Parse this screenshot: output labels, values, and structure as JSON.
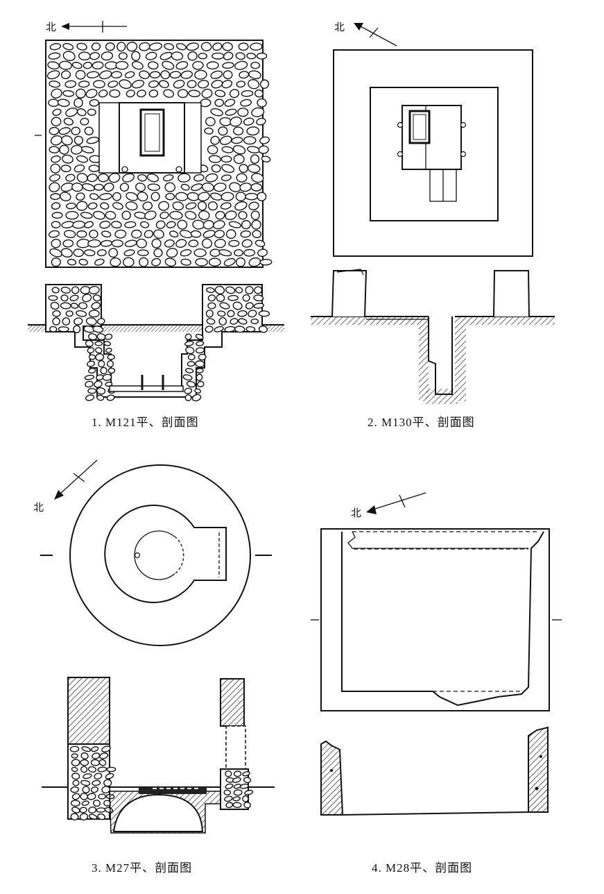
{
  "figures": [
    {
      "id": "m121",
      "north_label": "北",
      "caption": "1. M121平、剖面图"
    },
    {
      "id": "m130",
      "north_label": "北",
      "caption": "2. M130平、剖面图"
    },
    {
      "id": "m27",
      "north_label": "北",
      "caption": "3. M27平、剖面图"
    },
    {
      "id": "m28",
      "north_label": "北",
      "caption": "4. M28平、剖面图"
    }
  ],
  "colors": {
    "ink": "#111111",
    "paper": "#ffffff"
  }
}
